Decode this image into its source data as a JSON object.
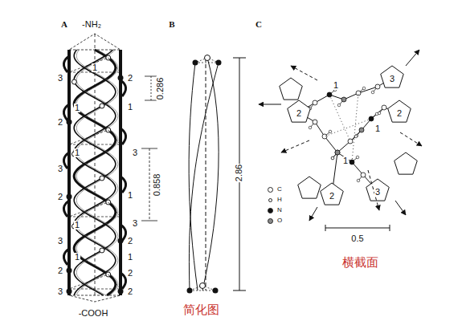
{
  "diagram": {
    "labels": [
      "A",
      "-NH₂",
      "B",
      "C",
      "1",
      "3",
      "2",
      "1",
      "2",
      "1",
      "3",
      "1",
      "3",
      "1",
      "2",
      "3",
      "1",
      "3",
      "2",
      "1",
      "1",
      "2",
      "2",
      "3",
      "2",
      "0.286",
      "0.858",
      "-COOH",
      "2.86",
      "简化图",
      "2",
      "1",
      "3",
      "2",
      "1",
      "1",
      "2",
      "3",
      "0.5",
      "横截面"
    ],
    "legend": [
      {
        "text": "C",
        "color": "#ffffff"
      },
      {
        "text": "H",
        "color": "#f4f4f4"
      },
      {
        "text": "N",
        "color": "#111111"
      },
      {
        "text": "O",
        "color": "#8a8a8a"
      }
    ]
  }
}
